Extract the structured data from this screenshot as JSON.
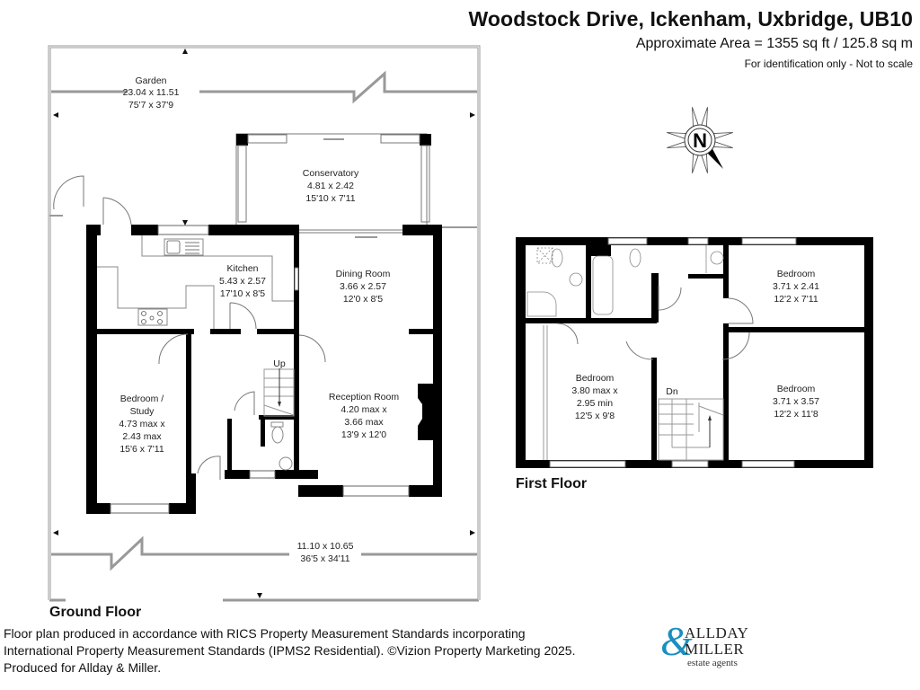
{
  "header": {
    "title": "Woodstock Drive, Ickenham, Uxbridge, UB10",
    "area": "Approximate Area = 1355 sq ft / 125.8 sq m",
    "note": "For identification only - Not to scale"
  },
  "compass": {
    "icon": "north-compass-icon",
    "letter": "N"
  },
  "ground_floor": {
    "label": "Ground Floor",
    "garden_top": {
      "name": "Garden",
      "metric": "23.04 x 11.51",
      "imperial": "75'7 x 37'9"
    },
    "garden_bottom": {
      "metric": "11.10 x 10.65",
      "imperial": "36'5 x 34'11"
    },
    "rooms": [
      {
        "name": "Conservatory",
        "metric": "4.81 x 2.42",
        "imperial": "15'10 x 7'11"
      },
      {
        "name": "Kitchen",
        "metric": "5.43 x 2.57",
        "imperial": "17'10 x 8'5"
      },
      {
        "name": "Dining Room",
        "metric": "3.66 x 2.57",
        "imperial": "12'0 x 8'5"
      },
      {
        "name": "Bedroom /",
        "name2": "Study",
        "metric": "4.73 max x",
        "metric2": "2.43 max",
        "imperial": "15'6 x 7'11"
      },
      {
        "name": "Reception Room",
        "metric": "4.20 max x",
        "metric2": "3.66 max",
        "imperial": "13'9 x 12'0"
      }
    ],
    "stairs_label": "Up"
  },
  "first_floor": {
    "label": "First Floor",
    "rooms": [
      {
        "name": "Bedroom",
        "metric": "3.71 x 2.41",
        "imperial": "12'2 x 7'11"
      },
      {
        "name": "Bedroom",
        "metric": "3.80 max x",
        "metric2": "2.95 min",
        "imperial": "12'5 x 9'8"
      },
      {
        "name": "Bedroom",
        "metric": "3.71 x 3.57",
        "imperial": "12'2 x 11'8"
      }
    ],
    "stairs_label": "Dn"
  },
  "footer": {
    "line1": "Floor plan produced in accordance with RICS Property Measurement Standards incorporating",
    "line2": "International Property Measurement Standards (IPMS2 Residential). ©Vizion Property Marketing 2025.",
    "line3": "Produced for Allday & Miller."
  },
  "logo": {
    "amp": "&",
    "line1": "ALLDAY",
    "line2": "MILLER",
    "line3": "estate agents",
    "accent_color": "#1a8fc0"
  }
}
